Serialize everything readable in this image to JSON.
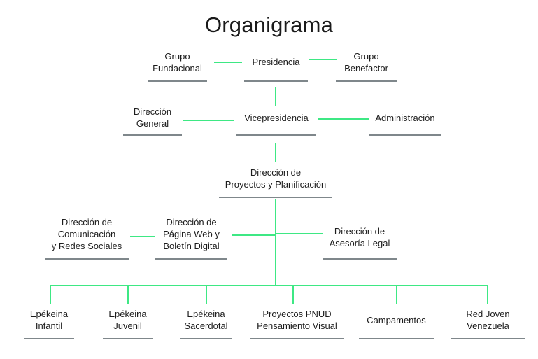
{
  "title": "Organigrama",
  "colors": {
    "connector": "#3ee884",
    "underline": "#7f878b",
    "text": "#1c1c1c"
  },
  "nodes": {
    "grupo_fundacional": "Grupo\nFundacional",
    "presidencia": "Presidencia",
    "grupo_benefactor": "Grupo\nBenefactor",
    "direccion_general": "Dirección\nGeneral",
    "vicepresidencia": "Vicepresidencia",
    "administracion": "Administración",
    "direccion_proyectos": "Dirección de\nProyectos y Planificación",
    "direccion_comunicacion": "Dirección de\nComunicación\ny Redes Sociales",
    "direccion_pagina_web": "Dirección de\nPágina Web y\nBoletín Digital",
    "direccion_asesoria": "Dirección de\nAsesoría Legal",
    "epekeina_infantil": "Epékeina\nInfantil",
    "epekeina_juvenil": "Epékeina\nJuvenil",
    "epekeina_sacerdotal": "Epékeina\nSacerdotal",
    "proyectos_pnud": "Proyectos PNUD\nPensamiento Visual",
    "campamentos": "Campamentos",
    "red_joven": "Red Joven\nVenezuela"
  }
}
